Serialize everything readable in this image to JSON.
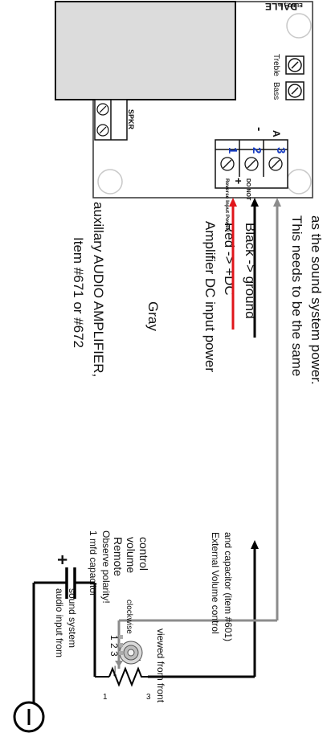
{
  "amplifier": {
    "title": "auxillary AUDIO AMPLIFIER,",
    "item_numbers": "Item #671 or #672",
    "board_color": "Gray",
    "brand": "DALLE",
    "brand_sub": "ELEC., In",
    "speaker_label": "SPKR",
    "treble_label": "Treble",
    "bass_label": "Bass",
    "terminal_1": "1",
    "terminal_2": "2",
    "terminal_3": "3",
    "minus_sign": "-",
    "plus_sign": "+",
    "terminal_a": "A",
    "do_not": "DO NOT",
    "reverse_warning": "Reverse Input Power!"
  },
  "power": {
    "heading": "Amplifier DC input power",
    "red_label": "Red -> +DC",
    "black_label": "Black -> ground",
    "note_line1": "This needs to be the same",
    "note_line2": "as the sound system power."
  },
  "capacitor": {
    "label_line1": "1 mfd capacitor",
    "label_line2": "Observe polarity!",
    "plus": "+"
  },
  "pot": {
    "pin1": "1",
    "pin2": "2",
    "pin3": "3",
    "clockwise": "clockwise",
    "remote_line1": "Remote",
    "remote_line2": "volume",
    "remote_line3": "control",
    "front_pins": "1 2 3",
    "viewed_from_front": "viewed from front",
    "external_line1": "External Volume control",
    "external_line2": "and capacitor (item #601)"
  },
  "source": {
    "label_line1": "audio input from",
    "label_line2": "sound system"
  },
  "colors": {
    "red_wire": "#e0161b",
    "gray_wire": "#8c8c8c",
    "black_wire": "#000000",
    "terminal_blue": "#1a3fc4",
    "board_gray": "#e6e6e6"
  }
}
